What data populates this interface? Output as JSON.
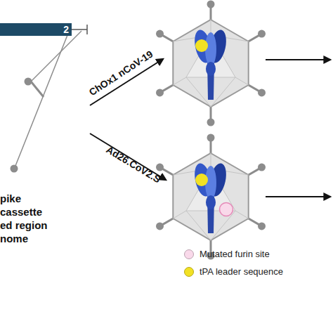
{
  "diagram": {
    "nodes": [
      {
        "text": [
          "2"
        ]
      }
    ],
    "labels": [
      "pike",
      "cassette",
      "ed region",
      "nome",
      "ChOx1 nCoV-19",
      "Ad26.CoV2.S"
    ],
    "legend": [
      {
        "text": "Mutated furin site",
        "color": "#f9d9ea"
      },
      {
        "text": "tPA leader sequence",
        "color": "#f2e124"
      }
    ]
  }
}
